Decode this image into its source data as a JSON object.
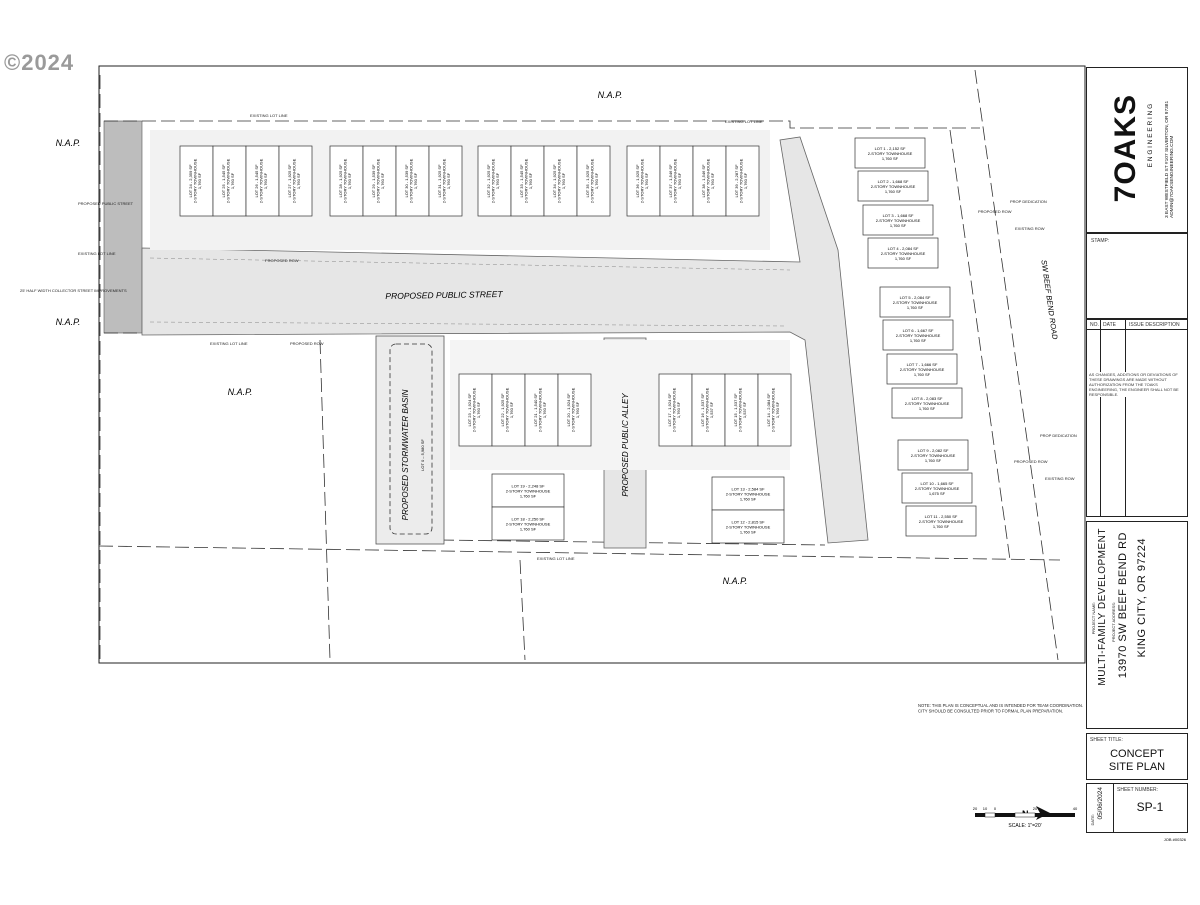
{
  "watermark": "©2024",
  "plan": {
    "street_label": "PROPOSED PUBLIC STREET",
    "alley_label": "PROPOSED PUBLIC ALLEY",
    "basin_label": "PROPOSED STORMWATER BASIN",
    "basin_sub": "LOT 0 – 5,980 SF",
    "road_label": "SW BEEF BEND ROAD",
    "nap": "N.A.P.",
    "notes": {
      "proposed_public_street": "PROPOSED PUBLIC STREET",
      "existing_lot_line": "EXISTING LOT LINE",
      "proposed_row": "PROPOSED ROW",
      "half_width": "25' HALF WIDTH COLLECTOR STREET IMPROVEMENTS",
      "prop_dedication": "PROP DEDICATION",
      "existing_row": "EXISTING ROW"
    },
    "concept_note": "NOTE: THIS PLAN IS CONCEPTUAL AND IS INTENDED FOR TEAM COORDINATION. CITY SHOULD BE CONSULTED PRIOR TO FORMAL PLAN PREPARATION.",
    "scale_label": "SCALE: 1\"=20'",
    "scale_ticks": [
      "20",
      "10",
      "0",
      "20",
      "40"
    ],
    "north": "N",
    "job": "JOB #00326"
  },
  "lots_top": [
    {
      "id": "LOT 24 - 2,359 SF",
      "type": "2-STORY TOWNHOUSE",
      "area": "1,760 SF"
    },
    {
      "id": "LOT 25 - 1,545 SF",
      "type": "2-STORY TOWNHOUSE",
      "area": "1,760 SF"
    },
    {
      "id": "LOT 26 - 1,545 SF",
      "type": "2-STORY TOWNHOUSE",
      "area": "1,760 SF"
    },
    {
      "id": "LOT 27 - 1,925 SF",
      "type": "2-STORY TOWNHOUSE",
      "area": "1,760 SF"
    },
    {
      "id": "LOT 28 - 1,925 SF",
      "type": "2-STORY TOWNHOUSE",
      "area": "1,760 SF"
    },
    {
      "id": "LOT 29 - 1,539 SF",
      "type": "2-STORY TOWNHOUSE",
      "area": "1,760 SF"
    },
    {
      "id": "LOT 30 - 1,539 SF",
      "type": "2-STORY TOWNHOUSE",
      "area": "1,760 SF"
    },
    {
      "id": "LOT 31 - 1,925 SF",
      "type": "2-STORY TOWNHOUSE",
      "area": "1,760 SF"
    },
    {
      "id": "LOT 32 - 1,925 SF",
      "type": "2-STORY TOWNHOUSE",
      "area": "1,760 SF"
    },
    {
      "id": "LOT 33 - 1,545 SF",
      "type": "2-STORY TOWNHOUSE",
      "area": "1,760 SF"
    },
    {
      "id": "LOT 34 - 1,925 SF",
      "type": "2-STORY TOWNHOUSE",
      "area": "1,760 SF"
    },
    {
      "id": "LOT 35 - 1,925 SF",
      "type": "2-STORY TOWNHOUSE",
      "area": "1,760 SF"
    },
    {
      "id": "LOT 36 - 1,925 SF",
      "type": "2-STORY TOWNHOUSE",
      "area": "1,760 SF"
    },
    {
      "id": "LOT 37 - 1,546 SF",
      "type": "2-STORY TOWNHOUSE",
      "area": "1,760 SF"
    },
    {
      "id": "LOT 38 - 1,546 SF",
      "type": "2-STORY TOWNHOUSE",
      "area": "1,760 SF"
    },
    {
      "id": "LOT 39 - 2,287 SF",
      "type": "2-STORY TOWNHOUSE",
      "area": "1,760 SF"
    }
  ],
  "lots_bottom": [
    {
      "id": "LOT 23 - 1,924 SF",
      "type": "2-STORY TOWNHOUSE",
      "area": "1,760 SF"
    },
    {
      "id": "LOT 22 - 1,925 SF",
      "type": "2-STORY TOWNHOUSE",
      "area": "1,760 SF"
    },
    {
      "id": "LOT 21 - 1,540 SF",
      "type": "2-STORY TOWNHOUSE",
      "area": "1,760 SF"
    },
    {
      "id": "LOT 20 - 1,924 SF",
      "type": "2-STORY TOWNHOUSE",
      "area": "1,760 SF"
    },
    {
      "id": "LOT 17 - 1,924 SF",
      "type": "2-STORY TOWNHOUSE",
      "area": "1,760 SF"
    },
    {
      "id": "LOT 16 - 1,537 SF",
      "type": "2-STORY TOWNHOUSE",
      "area": "1,537 SF"
    },
    {
      "id": "LOT 15 - 1,537 SF",
      "type": "2-STORY TOWNHOUSE",
      "area": "1,537 SF"
    },
    {
      "id": "LOT 14 - 2,084 SF",
      "type": "2-STORY TOWNHOUSE",
      "area": "1,760 SF"
    }
  ],
  "lots_center": [
    {
      "id": "LOT 19 - 2,248 SF",
      "type": "2-STORY TOWNHOUSE",
      "area": "1,760 SF"
    },
    {
      "id": "LOT 18 - 2,250 SF",
      "type": "2-STORY TOWNHOUSE",
      "area": "1,760 SF"
    },
    {
      "id": "LOT 13 - 2,584 SF",
      "type": "2-STORY TOWNHOUSE",
      "area": "1,760 SF"
    },
    {
      "id": "LOT 12 - 2,815 SF",
      "type": "2-STORY TOWNHOUSE",
      "area": "1,760 SF"
    }
  ],
  "lots_right": [
    {
      "id": "LOT 1 - 2,152 SF",
      "type": "2-STORY TOWNHOUSE",
      "area": "1,760 SF"
    },
    {
      "id": "LOT 2 - 1,668 SF",
      "type": "2-STORY TOWNHOUSE",
      "area": "1,760 SF"
    },
    {
      "id": "LOT 3 - 1,668 SF",
      "type": "2-STORY TOWNHOUSE",
      "area": "1,760 SF"
    },
    {
      "id": "LOT 4 - 2,084 SF",
      "type": "2-STORY TOWNHOUSE",
      "area": "1,760 SF"
    },
    {
      "id": "LOT 5 - 2,084 SF",
      "type": "2-STORY TOWNHOUSE",
      "area": "1,760 SF"
    },
    {
      "id": "LOT 6 - 1,667 SF",
      "type": "2-STORY TOWNHOUSE",
      "area": "1,760 SF"
    },
    {
      "id": "LOT 7 - 1,666 SF",
      "type": "2-STORY TOWNHOUSE",
      "area": "1,760 SF"
    },
    {
      "id": "LOT 8 - 2,083 SF",
      "type": "2-STORY TOWNHOUSE",
      "area": "1,760 SF"
    },
    {
      "id": "LOT 9 - 2,082 SF",
      "type": "2-STORY TOWNHOUSE",
      "area": "1,760 SF"
    },
    {
      "id": "LOT 10 - 1,665 SF",
      "type": "2-STORY TOWNHOUSE",
      "area": "1,675 SF"
    },
    {
      "id": "LOT 11 - 2,550 SF",
      "type": "2-STORY TOWNHOUSE",
      "area": "1,760 SF"
    }
  ],
  "title_block": {
    "logo": "7OAKS",
    "logo_sub": "ENGINEERING",
    "address": "3 EAST WESTFIELD ST #107 SILVERTON, OR 97381 ADMIN@7OAKSENGINEERING.COM",
    "stamp": "STAMP:",
    "rev_headers": [
      "NO.",
      "DATE",
      "ISSUE DESCRIPTION"
    ],
    "copyright": "AS CHANGES, ADDITIONS OR DEVIATIONS OF THESE DRAWINGS ARE MADE WITHOUT AUTHORIZATION FROM THE 7OAKS ENGINEERING, THE ENGINEER SHALL NOT BE RESPONSIBLE.",
    "project_name_label": "PROJECT NAME:",
    "project_name": "MULTI-FAMILY DEVELOPMENT",
    "project_address_label": "PROJECT ADDRESS:",
    "address_line1": "13970 SW BEEF BEND RD",
    "address_line2": "KING CITY, OR 97224",
    "sheet_title_label": "SHEET TITLE:",
    "sheet_title_1": "CONCEPT",
    "sheet_title_2": "SITE PLAN",
    "date_label": "DATE:",
    "date": "05/06/2024",
    "sheet_number_label": "SHEET NUMBER:",
    "sheet_number": "SP-1"
  }
}
